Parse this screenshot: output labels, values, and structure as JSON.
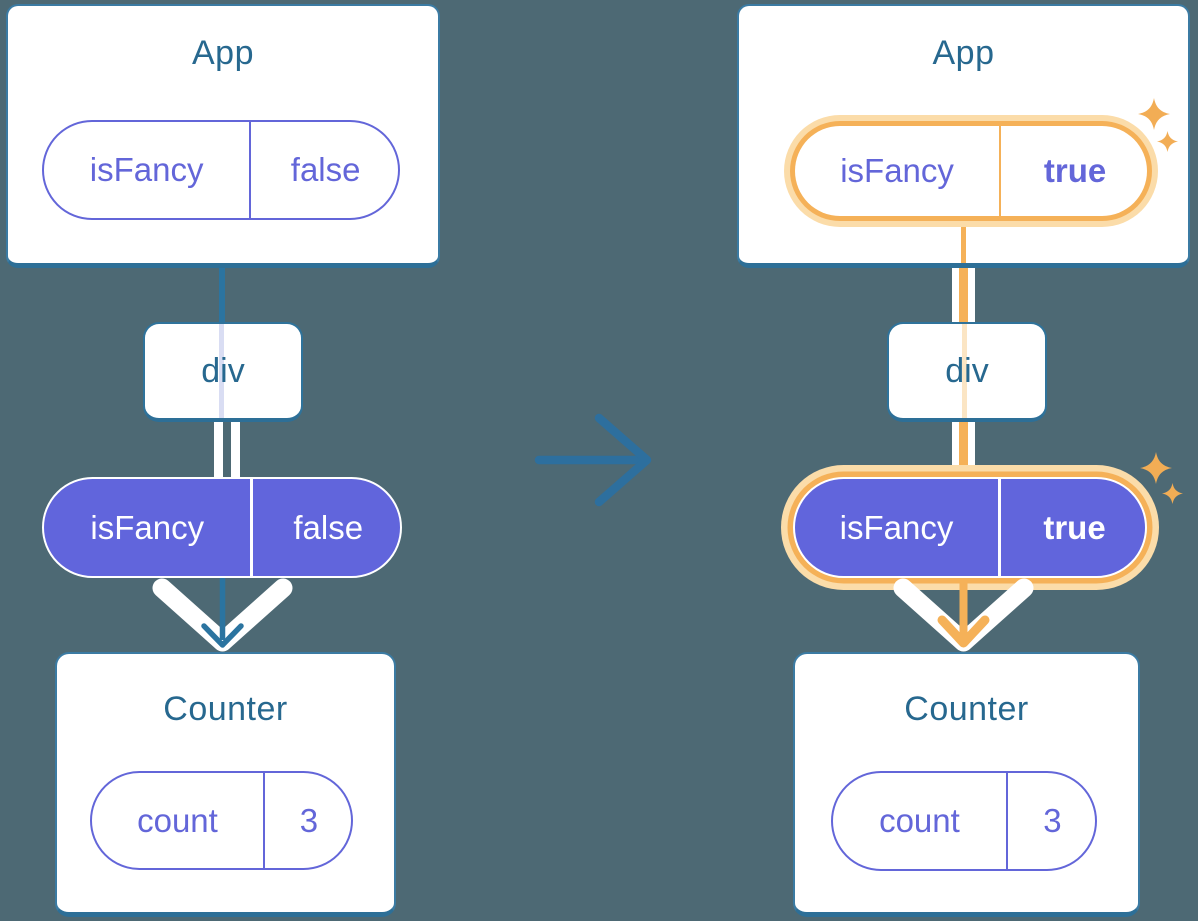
{
  "colors": {
    "background": "#4D6974",
    "card_border": "#2D6F97",
    "title_text": "#27688F",
    "purple": "#6366D9",
    "pill_text_on_purple": "#FFFFFF",
    "highlight_orange": "#F5B158",
    "highlight_orange_light": "#FBDCA9",
    "arrow_blue": "#2D6F9E",
    "connector_white": "#FFFFFF"
  },
  "transition": {
    "icon": "right-arrow"
  },
  "diagrams": [
    {
      "name": "before",
      "highlighted": false,
      "app": {
        "title": "App"
      },
      "app_prop": {
        "name": "isFancy",
        "value": "false"
      },
      "middle_node": {
        "label": "div"
      },
      "passed_prop": {
        "name": "isFancy",
        "value": "false"
      },
      "counter": {
        "title": "Counter"
      },
      "counter_state": {
        "name": "count",
        "value": "3"
      }
    },
    {
      "name": "after",
      "highlighted": true,
      "app": {
        "title": "App"
      },
      "app_prop": {
        "name": "isFancy",
        "value": "true"
      },
      "middle_node": {
        "label": "div"
      },
      "passed_prop": {
        "name": "isFancy",
        "value": "true"
      },
      "counter": {
        "title": "Counter"
      },
      "counter_state": {
        "name": "count",
        "value": "3"
      }
    }
  ]
}
